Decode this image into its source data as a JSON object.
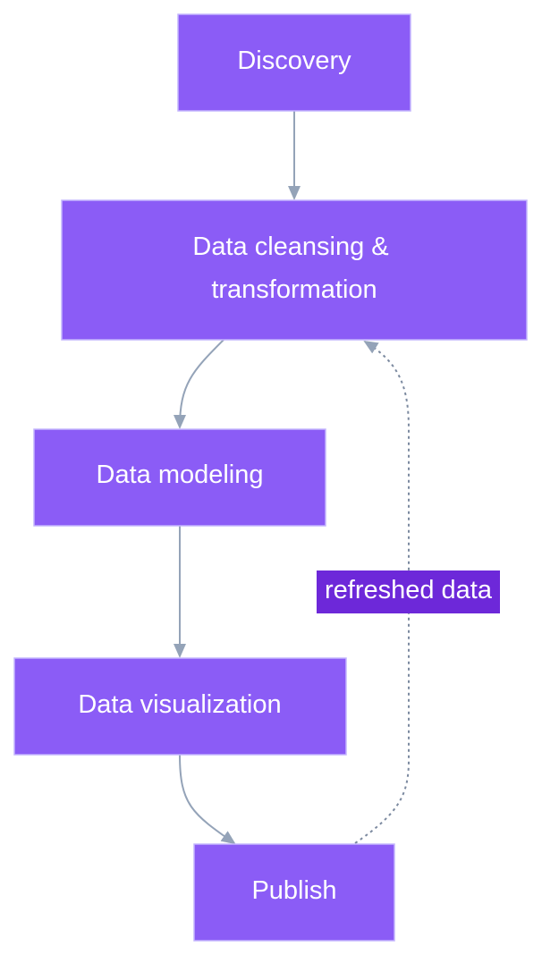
{
  "nodes": {
    "discovery": {
      "label": "Discovery"
    },
    "cleansing": {
      "label_line1": "Data cleansing &",
      "label_line2": "transformation"
    },
    "modeling": {
      "label": "Data modeling"
    },
    "visualization": {
      "label": "Data visualization"
    },
    "publish": {
      "label": "Publish"
    }
  },
  "edges": {
    "refresh_label": "refreshed data"
  },
  "colors": {
    "node_fill": "#8b5cf6",
    "node_border": "#c4b5fd",
    "edge": "#94a3b8",
    "label_bg": "#6d28d9",
    "text": "#ffffff"
  }
}
